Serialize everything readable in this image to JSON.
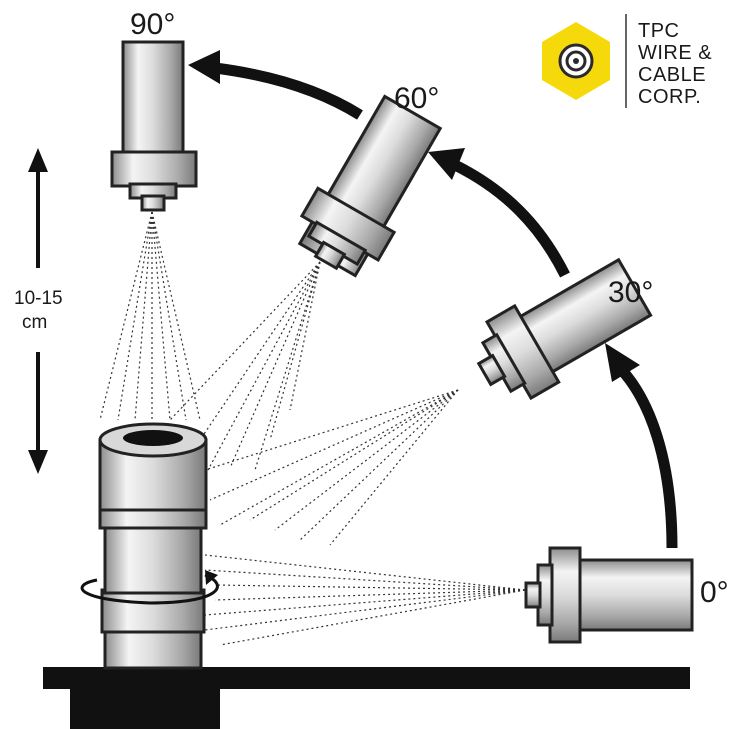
{
  "logo": {
    "lines": [
      "TPC",
      "WIRE &",
      "CABLE",
      "CORP."
    ],
    "colors": {
      "hexagon": "#f5d90a",
      "ring": "#2a2a2a"
    }
  },
  "angles": {
    "a90": "90°",
    "a60": "60°",
    "a30": "30°",
    "a0": "0°"
  },
  "distance": {
    "line1": "10-15",
    "line2": "cm"
  },
  "colors": {
    "arrow": "#111111",
    "surface": "#111111",
    "metal": "#c8c8c8"
  }
}
